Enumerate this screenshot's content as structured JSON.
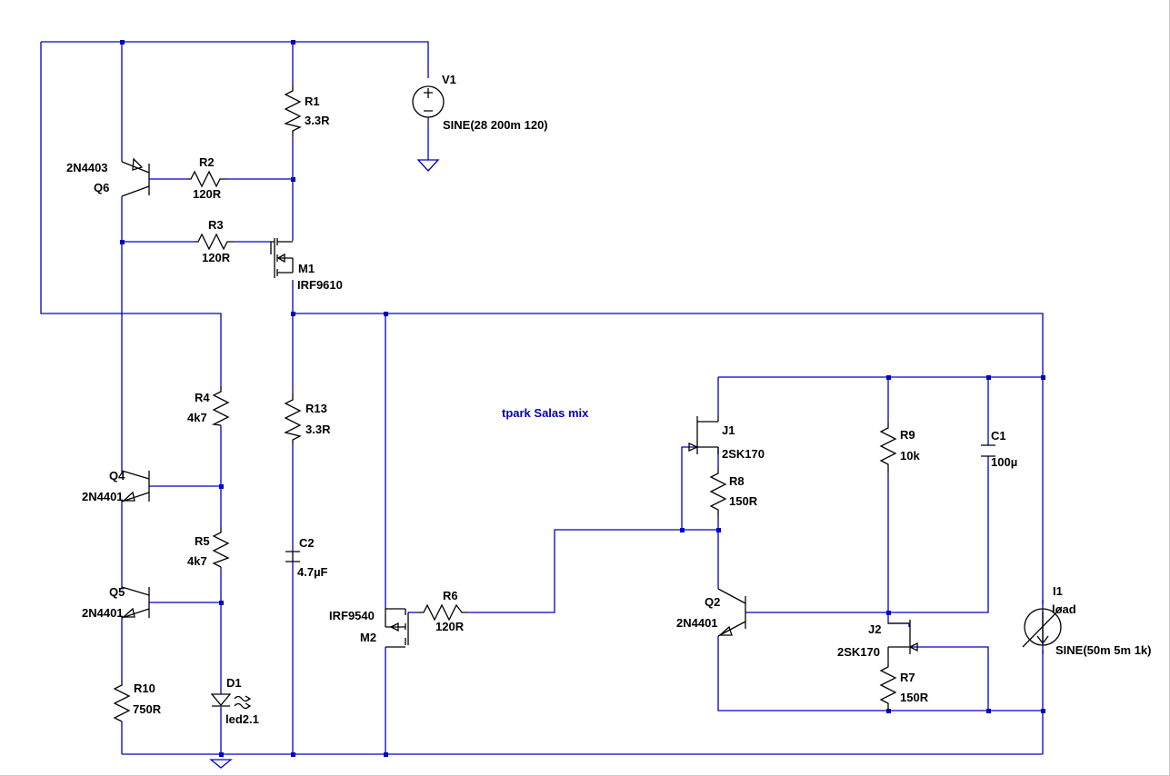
{
  "schematic": {
    "comment": "tpark Salas mix",
    "components": {
      "V1": {
        "name": "V1",
        "value": "SINE(28 200m 120)"
      },
      "R1": {
        "name": "R1",
        "value": "3.3R"
      },
      "R2": {
        "name": "R2",
        "value": "120R"
      },
      "R3": {
        "name": "R3",
        "value": "120R"
      },
      "Q6": {
        "name": "Q6",
        "value": "2N4403"
      },
      "M1": {
        "name": "M1",
        "value": "IRF9610"
      },
      "R4": {
        "name": "R4",
        "value": "4k7"
      },
      "R5": {
        "name": "R5",
        "value": "4k7"
      },
      "R13": {
        "name": "R13",
        "value": "3.3R"
      },
      "Q4": {
        "name": "Q4",
        "value": "2N4401"
      },
      "Q5": {
        "name": "Q5",
        "value": "2N4401"
      },
      "C2": {
        "name": "C2",
        "value": "4.7µF"
      },
      "R10": {
        "name": "R10",
        "value": "750R"
      },
      "D1": {
        "name": "D1",
        "value": "led2.1"
      },
      "M2": {
        "name": "M2",
        "value": "IRF9540"
      },
      "R6": {
        "name": "R6",
        "value": "120R"
      },
      "J1": {
        "name": "J1",
        "value": "2SK170"
      },
      "R8": {
        "name": "R8",
        "value": "150R"
      },
      "R9": {
        "name": "R9",
        "value": "10k"
      },
      "C1": {
        "name": "C1",
        "value": "100µ"
      },
      "Q2": {
        "name": "Q2",
        "value": "2N4401"
      },
      "J2": {
        "name": "J2",
        "value": "2SK170"
      },
      "R7": {
        "name": "R7",
        "value": "150R"
      },
      "I1": {
        "name": "I1",
        "value": "load",
        "value2": "SINE(50m 5m 1k)"
      }
    }
  }
}
